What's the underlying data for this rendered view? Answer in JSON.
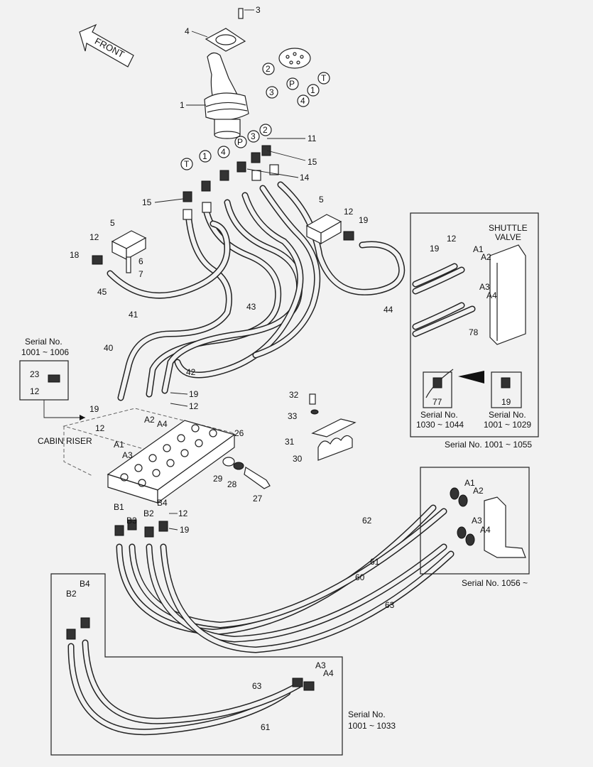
{
  "front_label": "FRONT",
  "serials": {
    "s1": {
      "line1": "Serial No.",
      "line2": "1001 ~ 1006"
    },
    "s2": "Serial No. 1001 ~ 1055",
    "s3": {
      "line1": "Serial No.",
      "line2": "1030 ~ 1044"
    },
    "s4": {
      "line1": "Serial No.",
      "line2": "1001 ~ 1029"
    },
    "s5": "Serial No. 1056 ~",
    "s6": {
      "line1": "Serial No.",
      "line2": "1001 ~ 1033"
    }
  },
  "shuttle_valve": {
    "line1": "SHUTTLE",
    "line2": "VALVE"
  },
  "cabin_riser": "CABIN RISER",
  "ports": {
    "A1": "A1",
    "A2": "A2",
    "A3": "A3",
    "A4": "A4",
    "B1": "B1",
    "B2": "B2",
    "B3": "B3",
    "B4": "B4",
    "P": "P",
    "T": "T"
  },
  "callouts": {
    "c1": "1",
    "c2": "2",
    "c3": "3",
    "c4": "4",
    "c5": "5",
    "c6": "6",
    "c7": "7",
    "c11": "11",
    "c12": "12",
    "c14": "14",
    "c15": "15",
    "c18": "18",
    "c19": "19",
    "c23": "23",
    "c26": "26",
    "c27": "27",
    "c28": "28",
    "c29": "29",
    "c30": "30",
    "c31": "31",
    "c32": "32",
    "c33": "33",
    "c40": "40",
    "c41": "41",
    "c42": "42",
    "c43": "43",
    "c44": "44",
    "c45": "45",
    "c60": "60",
    "c61": "61",
    "c62": "62",
    "c63": "63",
    "c77": "77",
    "c78": "78"
  }
}
